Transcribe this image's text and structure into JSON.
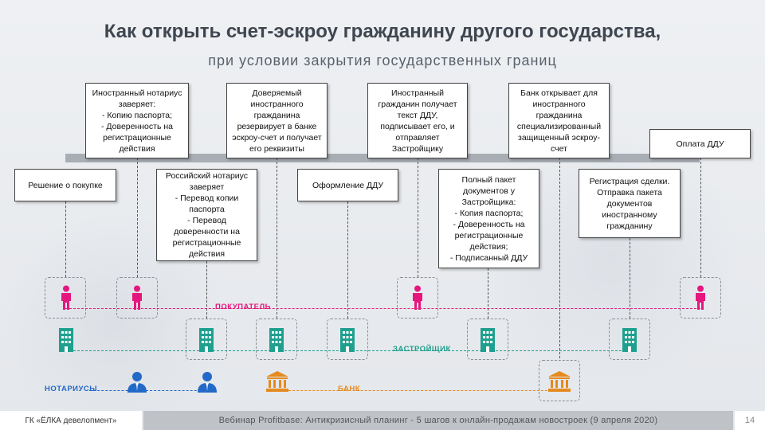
{
  "header": {
    "title": "Как открыть счет-эскроу гражданину другого государства,",
    "subtitle": "при условии закрытия государственных границ"
  },
  "top_boxes": [
    {
      "text": "Иностранный нотариус заверяет:\n- Копию паспорта;\n- Доверенность на регистрационные действия"
    },
    {
      "text": "Доверяемый иностранного гражданина резервирует в банке эскроу-счет и получает его реквизиты"
    },
    {
      "text": "Иностранный гражданин получает текст ДДУ, подписывает его, и отправляет Застройщику"
    },
    {
      "text": "Банк открывает для иностранного гражданина специализированный защищенный эскроу-счет"
    },
    {
      "text": "Оплата ДДУ"
    }
  ],
  "bottom_boxes": [
    {
      "text": "Решение о покупке"
    },
    {
      "text": "Российский нотариус заверяет\n-    Перевод копии паспорта\n- Перевод доверенности на регистрационные действия"
    },
    {
      "text": "Оформление ДДУ"
    },
    {
      "text": "Полный пакет документов у Застройщика:\n- Копия паспорта;\n- Доверенность на регистрационные действия;\n- Подписанный ДДУ"
    },
    {
      "text": "Регистрация сделки. Отправка пакета документов иностранному гражданину"
    }
  ],
  "lanes": {
    "buyer": {
      "label": "ПОКУПАТЕЛЬ",
      "color": "#e5177e"
    },
    "developer": {
      "label": "ЗАСТРОЙЩИК",
      "color": "#1fa08f"
    },
    "notaries": {
      "label": "НОТАРИУСЫ",
      "color": "#2369c8"
    },
    "bank": {
      "label": "БАНК",
      "color": "#e58a1f"
    }
  },
  "icons": {
    "buyer": "person-icon",
    "developer": "building-icon",
    "notary": "notary-person-icon",
    "bank": "bank-icon"
  },
  "footer": {
    "company": "ГК «ЁЛКА девелопмент»",
    "webinar": "Вебинар Profitbase: Антикризисный планинг - 5 шагов к онлайн-продажам новостроек (9 апреля 2020)",
    "page": "14"
  }
}
